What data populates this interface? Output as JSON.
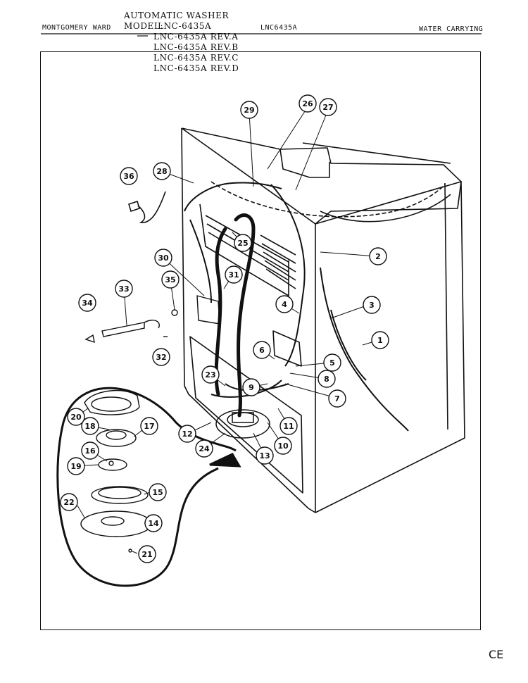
{
  "header": {
    "brand": "MONTGOMERY WARD",
    "title": "AUTOMATIC WASHER",
    "model_prefix": "MODEL:",
    "models": [
      "LNC-6435A",
      "LNC-6435A REV.A",
      "LNC-6435A REV.B",
      "LNC-6435A REV.C",
      "LNC-6435A REV.D"
    ],
    "model_code": "LNC6435A",
    "section": "WATER CARRYING"
  },
  "corner_mark": "CE",
  "callouts": [
    "1",
    "2",
    "3",
    "4",
    "5",
    "6",
    "7",
    "8",
    "9",
    "10",
    "11",
    "12",
    "13",
    "14",
    "15",
    "16",
    "17",
    "18",
    "19",
    "20",
    "21",
    "22",
    "23",
    "24",
    "25",
    "26",
    "27",
    "28",
    "29",
    "30",
    "31",
    "32",
    "33",
    "34",
    "35",
    "36"
  ]
}
